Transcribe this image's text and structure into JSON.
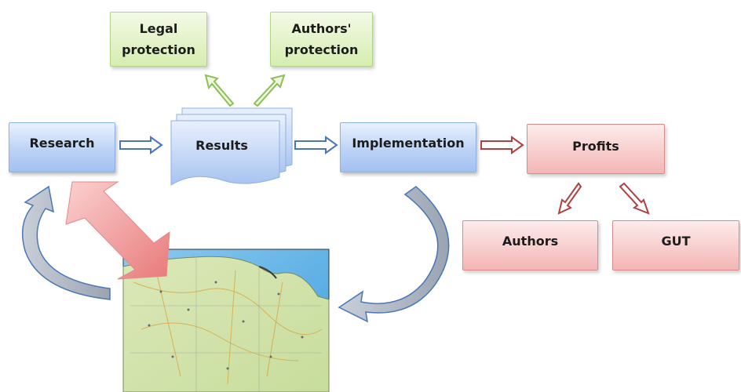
{
  "nodes": {
    "legal_protection": "Legal protection",
    "authors_protection": "Authors' protection",
    "research": "Research",
    "results": "Results",
    "implementation": "Implementation",
    "profits": "Profits",
    "authors": "Authors",
    "gut": "GUT"
  },
  "colors": {
    "flow_blue": "#4a76b8",
    "flow_red": "#b04040",
    "flow_green": "#8cbf55",
    "cycle_gray": "#a8b0bc"
  },
  "map": {
    "icon": "map-of-pomerania-region"
  }
}
